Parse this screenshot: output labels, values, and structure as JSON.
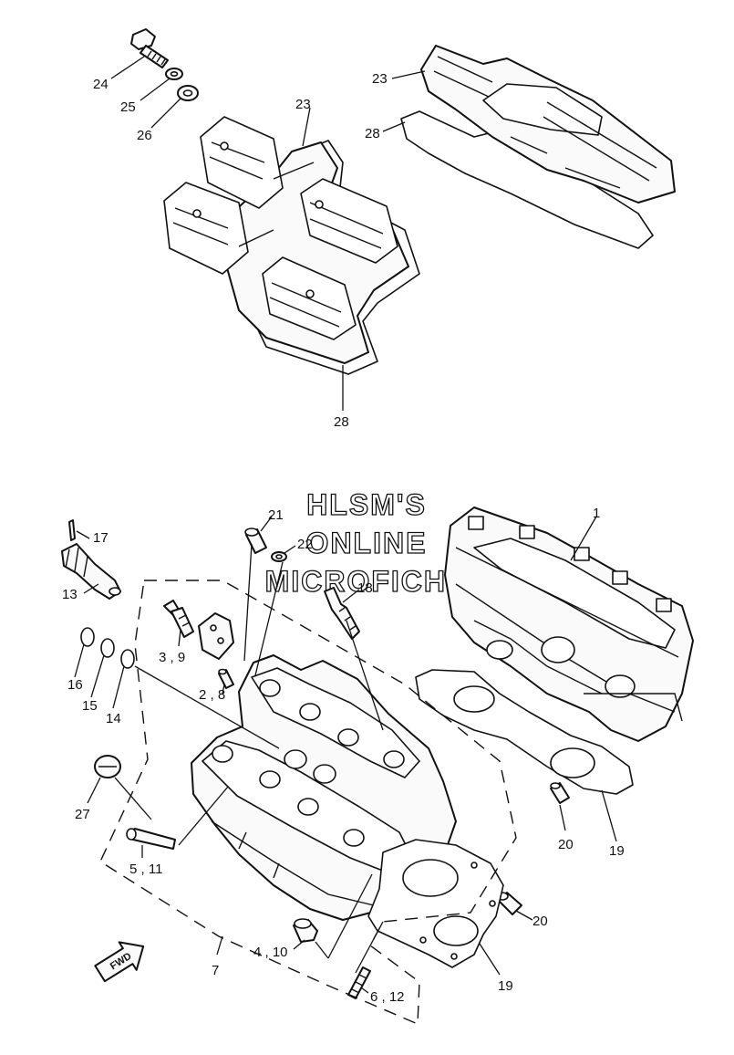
{
  "watermark": {
    "line1": "HLSM'S",
    "line2": "ONLINE",
    "line3": "MICROFICHE"
  },
  "fwd_label": "FWD",
  "callouts": {
    "c1": "1",
    "c2_8": "2 , 8",
    "c3_9": "3 , 9",
    "c4_10": "4 , 10",
    "c5_11": "5 , 11",
    "c6_12": "6 , 12",
    "c7": "7",
    "c13": "13",
    "c14": "14",
    "c15": "15",
    "c16": "16",
    "c17": "17",
    "c18": "18",
    "c19a": "19",
    "c19b": "19",
    "c20a": "20",
    "c20b": "20",
    "c21": "21",
    "c22": "22",
    "c23a": "23",
    "c23b": "23",
    "c24": "24",
    "c25": "25",
    "c26": "26",
    "c27": "27",
    "c28a": "28",
    "c28b": "28"
  }
}
